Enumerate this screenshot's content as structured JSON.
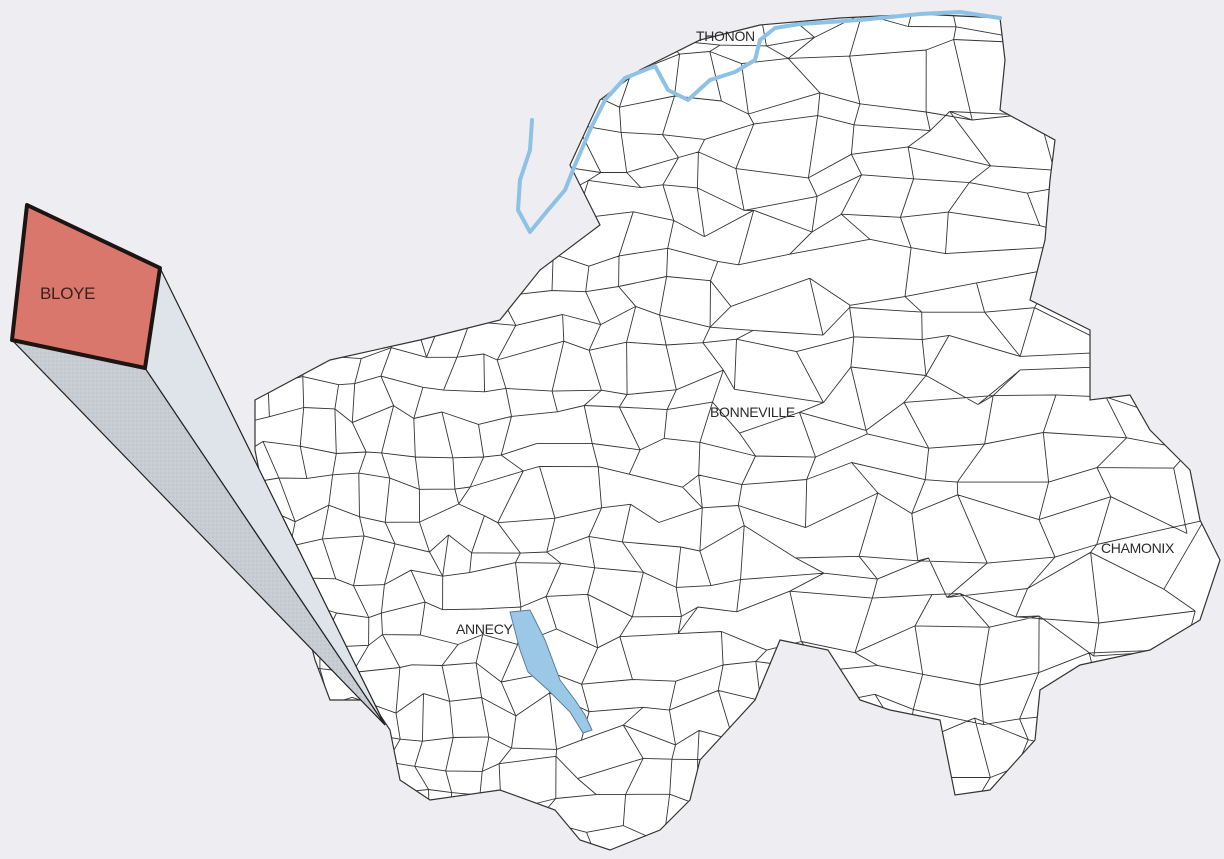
{
  "map": {
    "highlight_commune": "BLOYE",
    "cities": {
      "thonon": "THONON",
      "bonneville": "BONNEVILLE",
      "annecy": "ANNECY",
      "chamonix": "CHAMONIX"
    },
    "colors": {
      "background": "#eeedf1",
      "highlight_fill": "#d9776c",
      "water": "#9cc8e8",
      "lake_shore": "#8ab8dc",
      "commune_border": "#333333",
      "callout_shadow": "#c9cdd4",
      "callout_light": "#dde3ea"
    }
  }
}
